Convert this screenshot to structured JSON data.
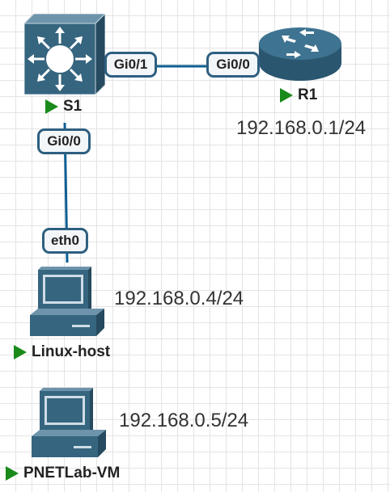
{
  "nodes": {
    "s1": {
      "label": "S1",
      "icon": "switch-icon"
    },
    "r1": {
      "label": "R1",
      "icon": "router-icon",
      "ip": "192.168.0.1/24"
    },
    "linux": {
      "label": "Linux-host",
      "icon": "pc-icon",
      "ip": "192.168.0.4/24"
    },
    "pnet": {
      "label": "PNETLab-VM",
      "icon": "pc-icon",
      "ip": "192.168.0.5/24"
    }
  },
  "ports": {
    "s1_r1": "Gi0/1",
    "r1_s1": "Gi0/0",
    "s1_linux": "Gi0/0",
    "linux_s1": "eth0"
  },
  "colors": {
    "link": "#0d5f94",
    "device_fill": "#36657f",
    "port_border": "#2e5f80",
    "status_running": "#1a8a1a"
  }
}
